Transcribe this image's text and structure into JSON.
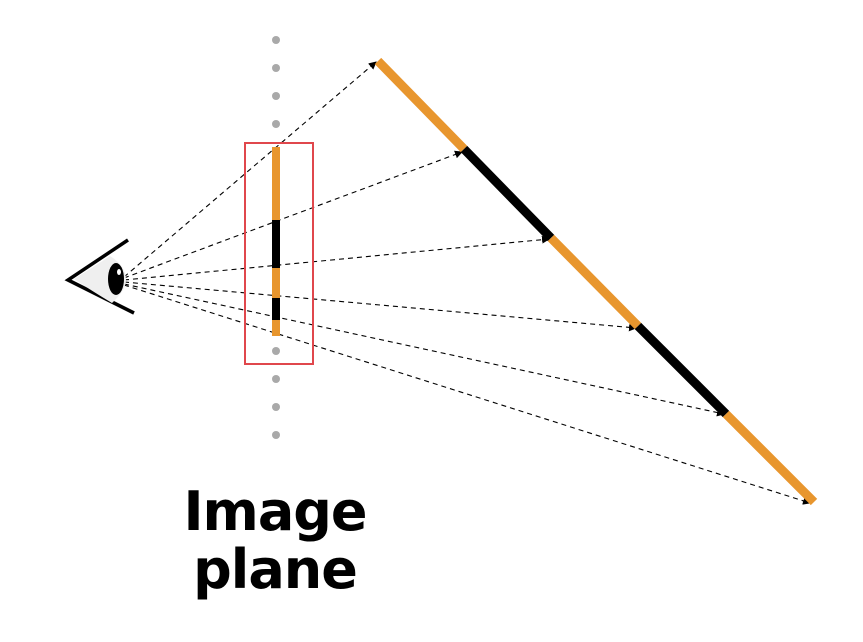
{
  "caption": {
    "line1": "Image",
    "line2": "plane"
  },
  "colors": {
    "orange": "#E8962E",
    "black": "#000000",
    "highlight_box": "#E0474C",
    "dots": "#A9A9A9",
    "rays": "#000000"
  },
  "icons": {
    "viewer": "eye-icon"
  },
  "object_segments": [
    "orange",
    "black",
    "orange",
    "black",
    "orange"
  ],
  "image_segments": [
    "orange",
    "black",
    "orange",
    "black",
    "orange"
  ]
}
